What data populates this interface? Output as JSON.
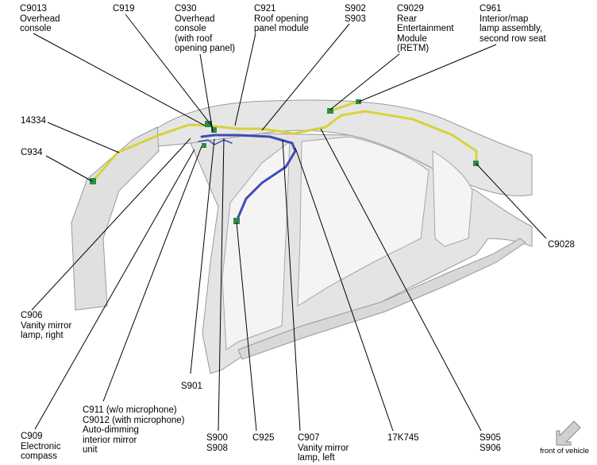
{
  "labels": {
    "c9013": [
      "C9013",
      "Overhead",
      "console"
    ],
    "c919": [
      "C919"
    ],
    "c930": [
      "C930",
      "Overhead",
      "console",
      "(with roof",
      "opening panel)"
    ],
    "c921": [
      "C921",
      "Roof opening",
      "panel module"
    ],
    "s902": [
      "S902",
      "S903"
    ],
    "c9029": [
      "C9029",
      "Rear",
      "Entertainment",
      "Module",
      "(RETM)"
    ],
    "c961": [
      "C961",
      "Interior/map",
      "lamp assembly,",
      "second row seat"
    ],
    "n14334": [
      "14334"
    ],
    "c934": [
      "C934"
    ],
    "c9028": [
      "C9028"
    ],
    "c906": [
      "C906",
      "Vanity mirror",
      "lamp, right"
    ],
    "s901": [
      "S901"
    ],
    "c911": [
      "C911  (w/o microphone)",
      "C9012  (with microphone)",
      "Auto-dimming",
      "interior mirror",
      "unit"
    ],
    "c909": [
      "C909",
      "Electronic",
      "compass"
    ],
    "s900": [
      "S900",
      "S908"
    ],
    "c925": [
      "C925"
    ],
    "c907": [
      "C907",
      "Vanity mirror",
      "lamp, left"
    ],
    "n17k745": [
      "17K745"
    ],
    "s905": [
      "S905",
      "S906"
    ]
  },
  "front_of_vehicle": "front of vehicle",
  "colors": {
    "body_fill": "#e2e2e2",
    "body_edge": "#9a9a9a",
    "harness_yellow": "#d8d23a",
    "harness_blue": "#3d4db4",
    "connector_green": "#2f8a4a",
    "leader_line": "#000000"
  },
  "icons": {
    "front_arrow": "arrow-down-left-icon"
  }
}
